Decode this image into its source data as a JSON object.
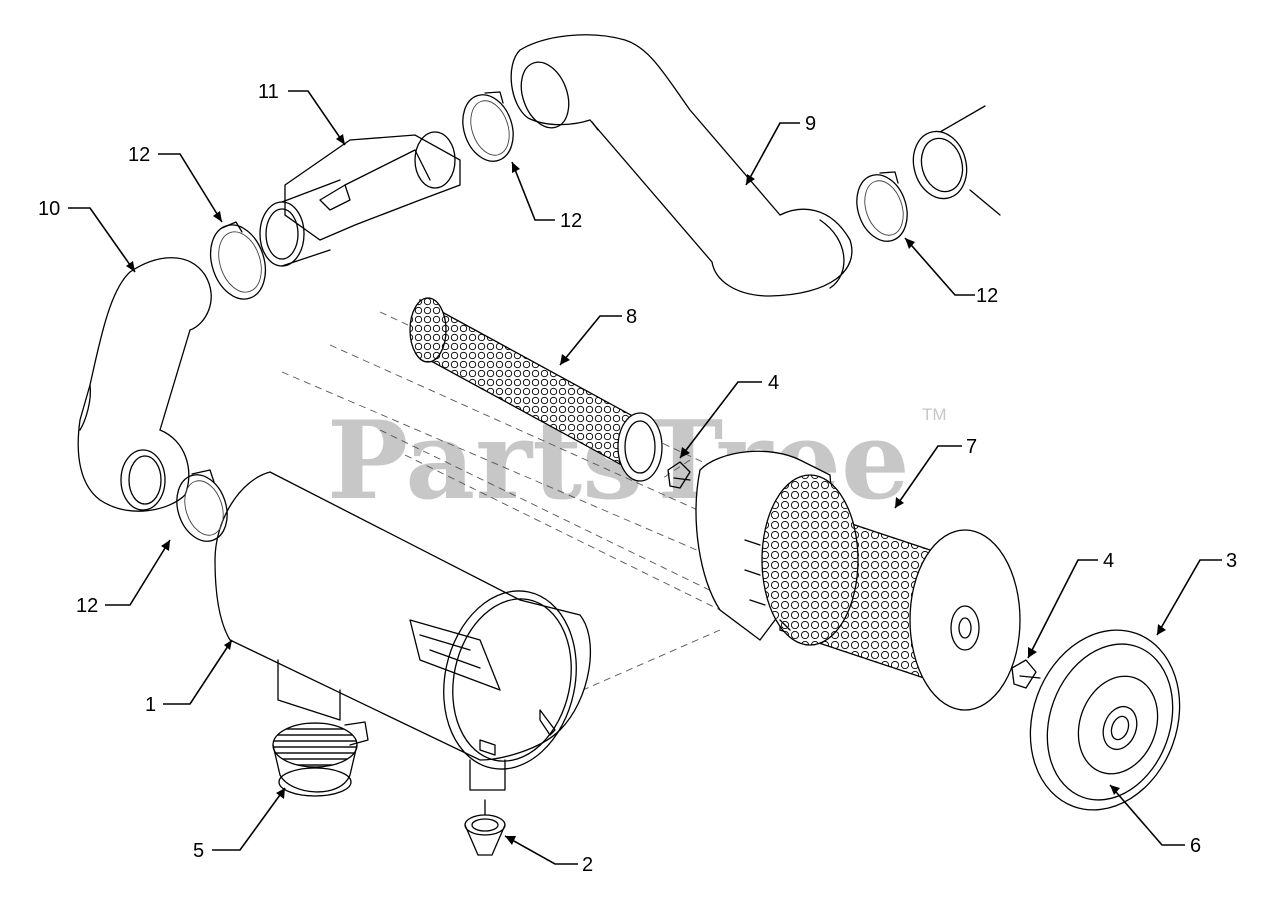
{
  "watermark": {
    "text": "PartsTree",
    "trademark": "TM"
  },
  "callouts": [
    {
      "id": "c1",
      "label": "1"
    },
    {
      "id": "c2",
      "label": "2"
    },
    {
      "id": "c3",
      "label": "3"
    },
    {
      "id": "c4a",
      "label": "4"
    },
    {
      "id": "c4b",
      "label": "4"
    },
    {
      "id": "c5",
      "label": "5"
    },
    {
      "id": "c6",
      "label": "6"
    },
    {
      "id": "c7",
      "label": "7"
    },
    {
      "id": "c8",
      "label": "8"
    },
    {
      "id": "c9",
      "label": "9"
    },
    {
      "id": "c10",
      "label": "10"
    },
    {
      "id": "c11",
      "label": "11"
    },
    {
      "id": "c12a",
      "label": "12"
    },
    {
      "id": "c12b",
      "label": "12"
    },
    {
      "id": "c12c",
      "label": "12"
    },
    {
      "id": "c12d",
      "label": "12"
    }
  ]
}
